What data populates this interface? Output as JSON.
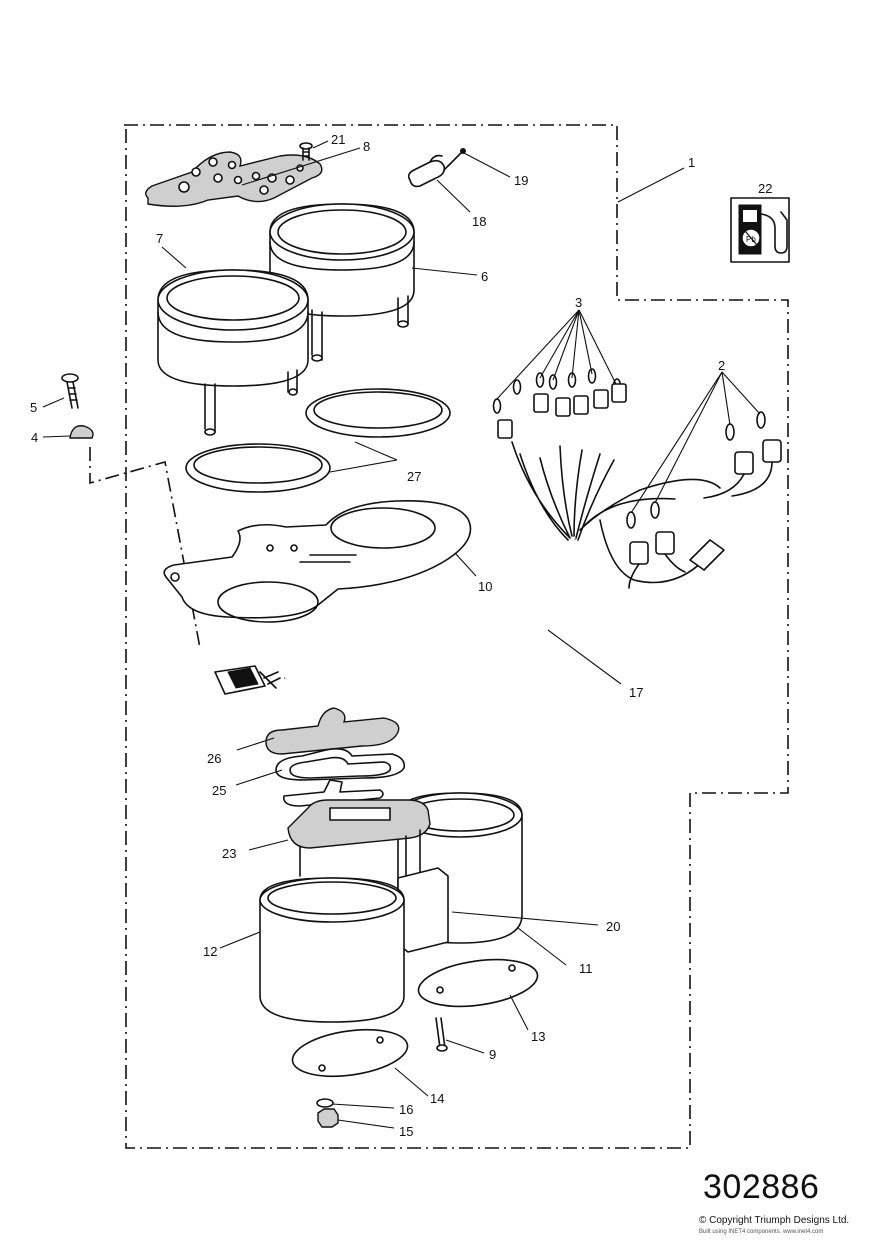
{
  "diagram": {
    "reference_number": "302886",
    "copyright": "© Copyright Triumph Designs Ltd.",
    "credit": "Built using INET4 components. www.inet4.com",
    "callouts": [
      {
        "id": "c1",
        "label": "1"
      },
      {
        "id": "c2",
        "label": "2"
      },
      {
        "id": "c3",
        "label": "3"
      },
      {
        "id": "c4",
        "label": "4"
      },
      {
        "id": "c5",
        "label": "5"
      },
      {
        "id": "c6",
        "label": "6"
      },
      {
        "id": "c7",
        "label": "7"
      },
      {
        "id": "c8",
        "label": "8"
      },
      {
        "id": "c9",
        "label": "9"
      },
      {
        "id": "c10",
        "label": "10"
      },
      {
        "id": "c11",
        "label": "11"
      },
      {
        "id": "c12",
        "label": "12"
      },
      {
        "id": "c13",
        "label": "13"
      },
      {
        "id": "c14",
        "label": "14"
      },
      {
        "id": "c15",
        "label": "15"
      },
      {
        "id": "c16",
        "label": "16"
      },
      {
        "id": "c17",
        "label": "17"
      },
      {
        "id": "c18",
        "label": "18"
      },
      {
        "id": "c19",
        "label": "19"
      },
      {
        "id": "c20",
        "label": "20"
      },
      {
        "id": "c21",
        "label": "21"
      },
      {
        "id": "c22",
        "label": "22"
      },
      {
        "id": "c23",
        "label": "23"
      },
      {
        "id": "c25",
        "label": "25"
      },
      {
        "id": "c26",
        "label": "26"
      },
      {
        "id": "c27",
        "label": "27"
      }
    ]
  }
}
